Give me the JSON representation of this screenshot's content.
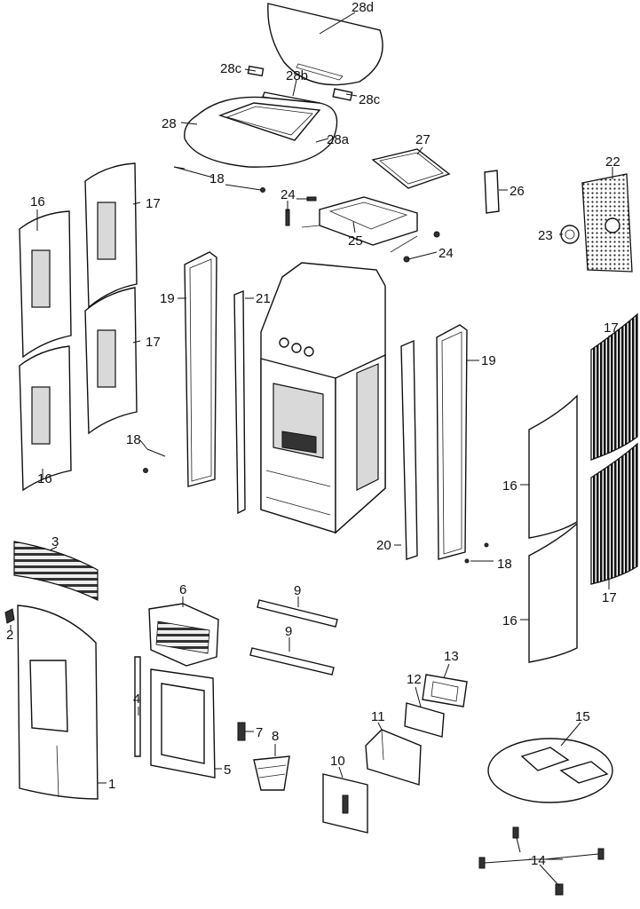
{
  "labels": {
    "l28d": "28d",
    "l28c_a": "28c",
    "l28b": "28b",
    "l28c_b": "28c",
    "l28": "28",
    "l28a": "28a",
    "l27": "27",
    "l18_a": "18",
    "l24_a": "24",
    "l25": "25",
    "l24_b": "24",
    "l26": "26",
    "l22": "22",
    "l23": "23",
    "l16_a": "16",
    "l17_a": "17",
    "l17_b": "17",
    "l16_b": "16",
    "l19_a": "19",
    "l21": "21",
    "l18_b": "18",
    "l19_b": "19",
    "l17_c": "17",
    "l16_c": "16",
    "l17_d": "17",
    "l16_d": "16",
    "l20": "20",
    "l18_c": "18",
    "l3": "3",
    "l2": "2",
    "l6": "6",
    "l9_a": "9",
    "l9_b": "9",
    "l4": "4",
    "l7": "7",
    "l8": "8",
    "l5": "5",
    "l1": "1",
    "l13": "13",
    "l12": "12",
    "l11": "11",
    "l10": "10",
    "l15": "15",
    "l14": "14"
  }
}
